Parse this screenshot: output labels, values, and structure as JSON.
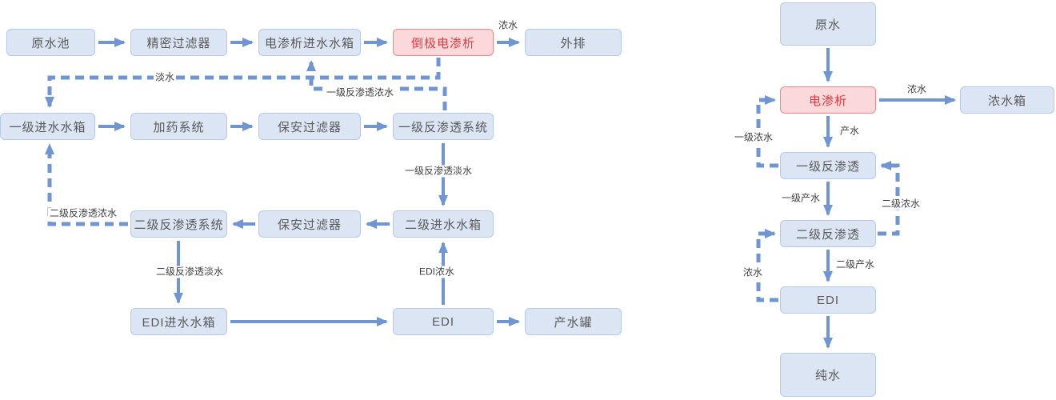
{
  "colors": {
    "node_fill": "#dbe5f4",
    "node_border": "#b6c9e8",
    "node_text": "#5a5a5a",
    "highlight_fill": "#fbd9da",
    "highlight_border": "#f0878c",
    "highlight_text": "#e23a40",
    "arrow": "#6f95d2",
    "label_text": "#3f3f3f"
  },
  "left_flow": {
    "nodes": {
      "raw_water_pool": "原水池",
      "precision_filter": "精密过滤器",
      "ed_feed_tank": "电渗析进水水箱",
      "edr": "倒极电渗析",
      "discharge": "外排",
      "stage1_feed_tank": "一级进水水箱",
      "dosing_system": "加药系统",
      "security_filter_1": "保安过滤器",
      "stage1_ro": "一级反渗透系统",
      "stage2_ro": "二级反渗透系统",
      "security_filter_2": "保安过滤器",
      "stage2_feed_tank": "二级进水水箱",
      "edi_feed_tank": "EDI进水水箱",
      "edi": "EDI",
      "product_tank": "产水罐"
    },
    "labels": {
      "concentrate_out": "浓水",
      "fresh_water": "淡水",
      "stage1_ro_concentrate": "一级反渗透浓水",
      "stage1_ro_permeate": "一级反渗透淡水",
      "stage2_ro_concentrate": "二级反渗透浓水",
      "stage2_ro_permeate": "二级反渗透淡水",
      "edi_concentrate": "EDI浓水"
    }
  },
  "right_flow": {
    "nodes": {
      "raw_water": "原水",
      "ed": "电渗析",
      "concentrate_tank": "浓水箱",
      "stage1_ro": "一级反渗透",
      "stage2_ro": "二级反渗透",
      "edi": "EDI",
      "pure_water": "纯水"
    },
    "labels": {
      "concentrate": "浓水",
      "product_water": "产水",
      "stage1_concentrate": "一级浓水",
      "stage1_product": "一级产水",
      "stage2_concentrate": "二级浓水",
      "stage2_product": "二级产水",
      "edi_concentrate": "浓水"
    }
  }
}
